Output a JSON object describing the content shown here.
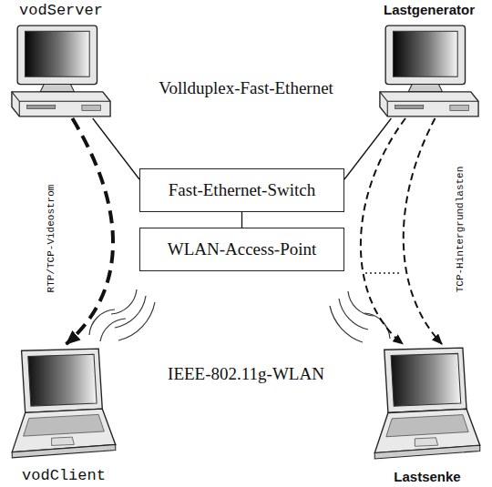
{
  "diagram": {
    "nodes": [
      {
        "text": [
          "vodServer"
        ]
      },
      {
        "text": [
          "Lastgenerator"
        ]
      },
      {
        "text": [
          "Fast-Ethernet-Switch"
        ]
      },
      {
        "text": [
          "WLAN-Access-Point"
        ]
      },
      {
        "text": [
          "vodClient"
        ]
      },
      {
        "text": [
          "Lastsenke"
        ]
      }
    ],
    "edges": [
      {
        "from": 0,
        "to": 2,
        "arrow": "none"
      },
      {
        "from": 1,
        "to": 2,
        "arrow": "none"
      },
      {
        "from": 2,
        "to": 3,
        "arrow": "none"
      },
      {
        "from": 0,
        "to": 4,
        "arrow": "to",
        "label": "RTP/TCP-Videostrom"
      },
      {
        "from": 1,
        "to": 5,
        "arrow": "to",
        "label": "TCP-Hintergrundlasten"
      },
      {
        "from": 1,
        "to": 5,
        "arrow": "to"
      }
    ],
    "labels": [
      "Vollduplex-Fast-Ethernet",
      "IEEE-802.11g-WLAN"
    ]
  }
}
